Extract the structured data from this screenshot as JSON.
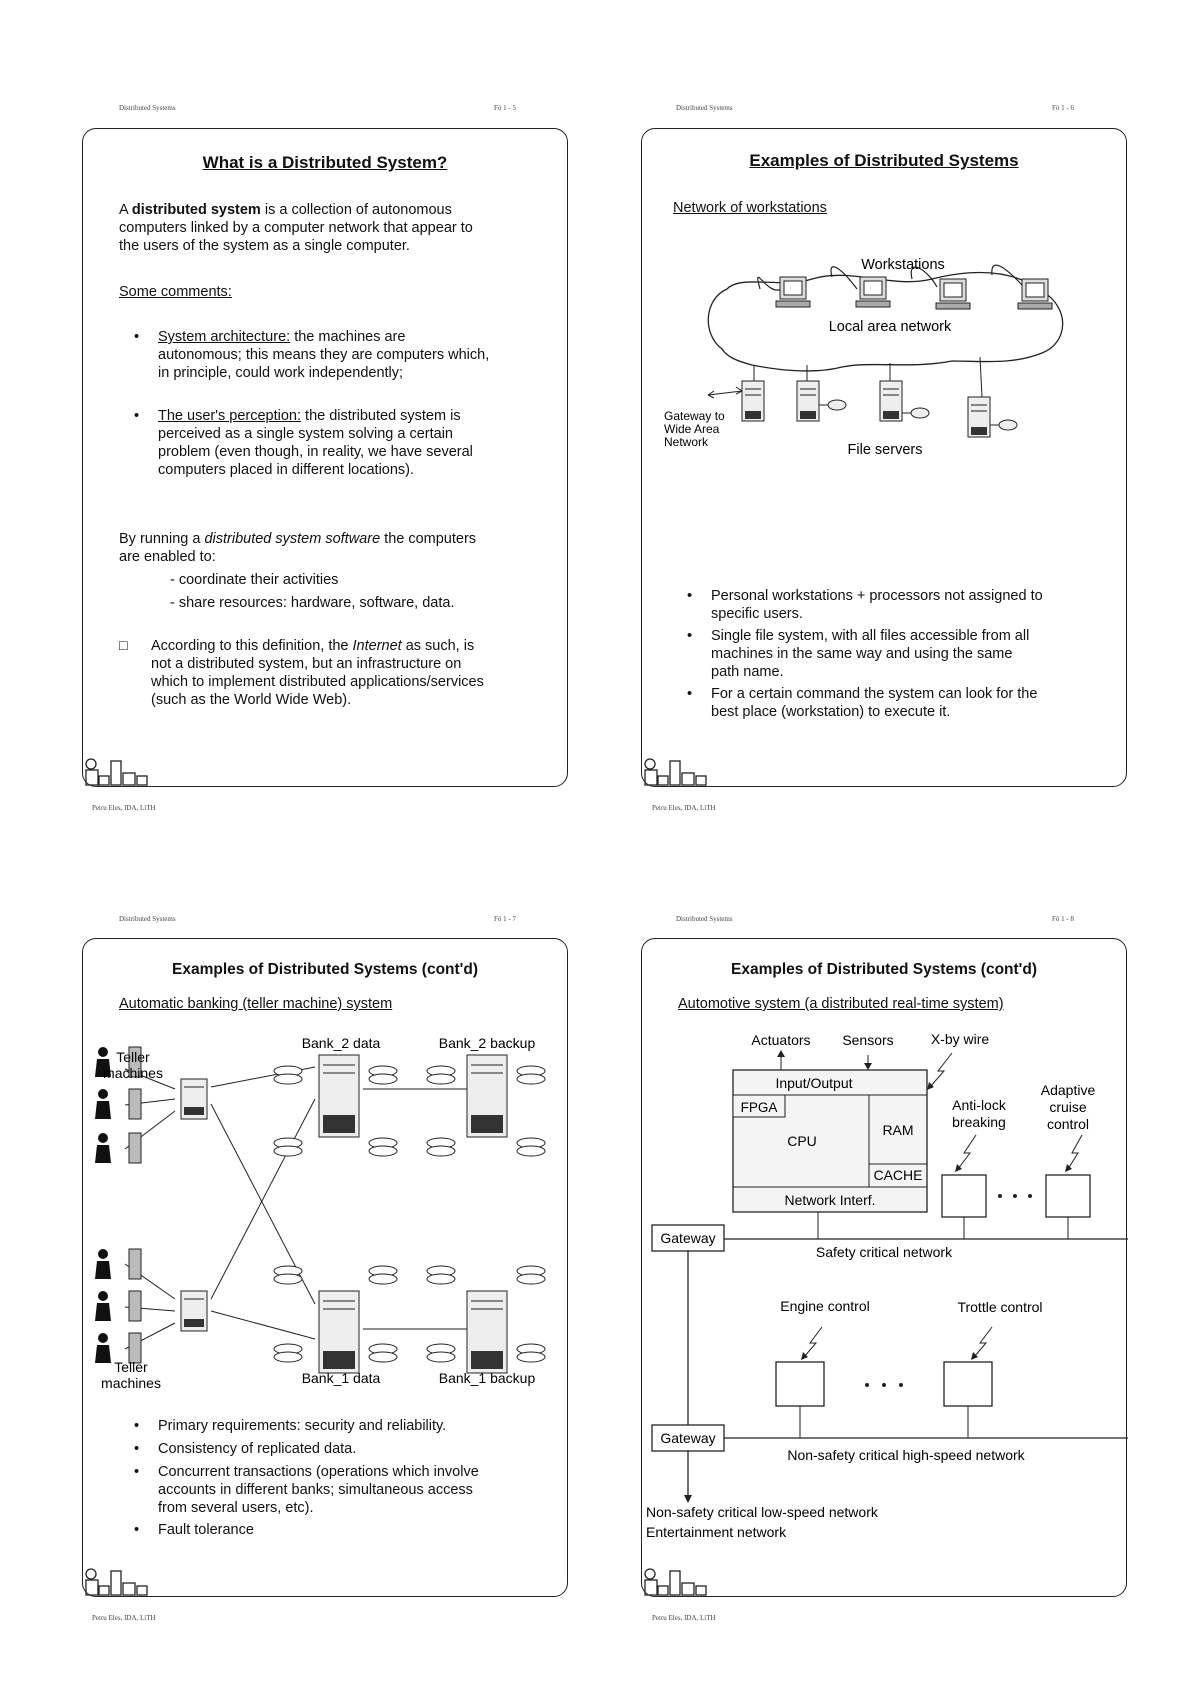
{
  "pages": {
    "p1": {
      "header_left": "Distributed Systems",
      "header_right": "Fö 1 - 5",
      "footer": "Petru Eles, IDA, LiTH"
    },
    "p2": {
      "header_left": "Distributed Systems",
      "header_right": "Fö 1 - 6",
      "footer": "Petru Eles, IDA, LiTH"
    },
    "p3": {
      "header_left": "Distributed Systems",
      "header_right": "Fö 1 - 7",
      "footer": "Petru Eles, IDA, LiTH"
    },
    "p4": {
      "header_left": "Distributed Systems",
      "header_right": "Fö 1 - 8",
      "footer": "Petru Eles, IDA, LiTH"
    }
  },
  "slide1": {
    "title": "What is a Distributed System?",
    "def_pre": "A ",
    "def_bold": "distributed system",
    "def_l1_rest": " is a collection of autonomous",
    "def_l2": "computers linked by a computer network that appear to",
    "def_l3": "the users of the system as a single computer.",
    "comments_label": "Some comments:",
    "b1_label": "System architecture:",
    "b1_l1": " the machines are",
    "b1_l2": "autonomous; this means they are computers which,",
    "b1_l3": "in principle, could work independently;",
    "b2_label": "The user's perception:",
    "b2_l1": " the distributed system is",
    "b2_l2": "perceived as a single system solving a certain",
    "b2_l3": "problem (even though, in reality, we have several",
    "b2_l4": "computers placed in different locations).",
    "run_pre": "By running a ",
    "run_italic": "distributed system software",
    "run_post": " the computers",
    "run_l2": "are enabled to:",
    "enabled": [
      "- coordinate their activities",
      "- share resources: hardware, software, data."
    ],
    "note_marker": "□",
    "note_pre": "According to this definition, the ",
    "note_italic": "Internet",
    "note_post": " as such, is",
    "note_l2": "not a distributed system, but an infrastructure on",
    "note_l3": "which to implement distributed applications/services",
    "note_l4": "(such as the World Wide Web)."
  },
  "slide2": {
    "title": "Examples of Distributed Systems",
    "subtitle": "Network of workstations",
    "workstations_label": "Workstations",
    "lan_label": "Local area network",
    "gateway_l1": "Gateway to",
    "gateway_l2": "Wide Area",
    "gateway_l3": "Network",
    "file_servers_label": "File servers",
    "bullets": [
      [
        "Personal workstations + processors not assigned to",
        "specific users."
      ],
      [
        "Single file system, with all files accessible from all",
        "machines in the same way and using the same",
        "path name."
      ],
      [
        "For a certain command the system can look for the",
        "best place (workstation) to execute it."
      ]
    ]
  },
  "slide3": {
    "title": "Examples of Distributed Systems (cont'd)",
    "subtitle": "Automatic banking (teller machine) system",
    "bank2_data": "Bank_2 data",
    "bank2_backup": "Bank_2 backup",
    "bank1_data": "Bank_1 data",
    "bank1_backup": "Bank_1 backup",
    "teller_top_l1": "Teller",
    "teller_top_l2": "machines",
    "teller_bot_l1": "Teller",
    "teller_bot_l2": "machines",
    "bullets": [
      [
        "Primary requirements: security and reliability."
      ],
      [
        "Consistency of replicated data."
      ],
      [
        "Concurrent transactions (operations which involve",
        "accounts in different banks; simultaneous access",
        "from several users, etc)."
      ],
      [
        "Fault tolerance"
      ]
    ]
  },
  "slide4": {
    "title": "Examples of Distributed Systems (cont'd)",
    "subtitle": "Automotive system (a distributed real-time system)",
    "actuators": "Actuators",
    "sensors": "Sensors",
    "xbywire": "X-by wire",
    "io": "Input/Output",
    "fpga": "FPGA",
    "cpu": "CPU",
    "ram": "RAM",
    "cache": "CACHE",
    "netif": "Network Interf.",
    "antilock_l1": "Anti-lock",
    "antilock_l2": "breaking",
    "acc_l1": "Adaptive",
    "acc_l2": "cruise",
    "acc_l3": "control",
    "gateway1": "Gateway",
    "safety_net": "Safety critical network",
    "engine": "Engine control",
    "trottle": "Trottle control",
    "gateway2": "Gateway",
    "highspeed": "Non-safety critical high-speed network",
    "lowspeed": "Non-safety critical low-speed network",
    "entertainment": "Entertainment network"
  }
}
